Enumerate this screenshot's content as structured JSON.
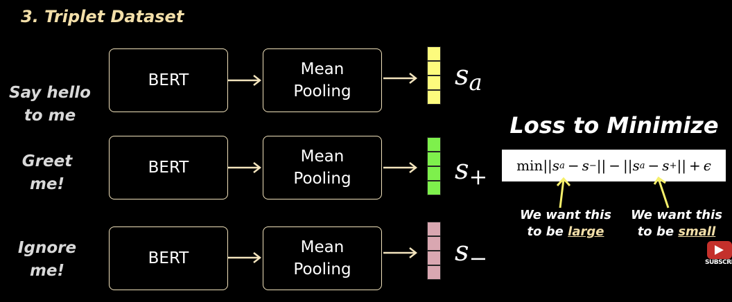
{
  "title": "3. Triplet Dataset",
  "rows": [
    {
      "input_lines": [
        "Say hello",
        "to me"
      ],
      "encoder": "BERT",
      "pooling_lines": [
        "Mean",
        "Pooling"
      ],
      "symbol": "s",
      "symbol_sub": "a",
      "vector_color": "#fdfb7d"
    },
    {
      "input_lines": [
        "Greet",
        "me!"
      ],
      "encoder": "BERT",
      "pooling_lines": [
        "Mean",
        "Pooling"
      ],
      "symbol": "s",
      "symbol_sub": "+",
      "vector_color": "#7ef04c"
    },
    {
      "input_lines": [
        "Ignore",
        "me!"
      ],
      "encoder": "BERT",
      "pooling_lines": [
        "Mean",
        "Pooling"
      ],
      "symbol": "s",
      "symbol_sub": "−",
      "vector_color": "#d9a7b1"
    }
  ],
  "loss": {
    "title": "Loss to Minimize",
    "formula": {
      "min": "min",
      "bar_open": "||",
      "s": "s",
      "a": "a",
      "minus": "−",
      "neg": "−",
      "pos": "+",
      "bar_close": "||",
      "plus": "+",
      "epsilon": "ϵ"
    },
    "note_left": {
      "line1": "We want this",
      "line2_prefix": "to be ",
      "emphasis": "large"
    },
    "note_right": {
      "line1": "We want this",
      "line2_prefix": "to be ",
      "emphasis": "small"
    }
  },
  "subscribe": {
    "label": "SUBSCRIBE",
    "icon": "youtube-play-icon"
  },
  "colors": {
    "title": "#f3dfa9",
    "arrow": "#f3e4bd",
    "pointer": "#f5ef6b",
    "youtube_red": "#c4302b"
  }
}
